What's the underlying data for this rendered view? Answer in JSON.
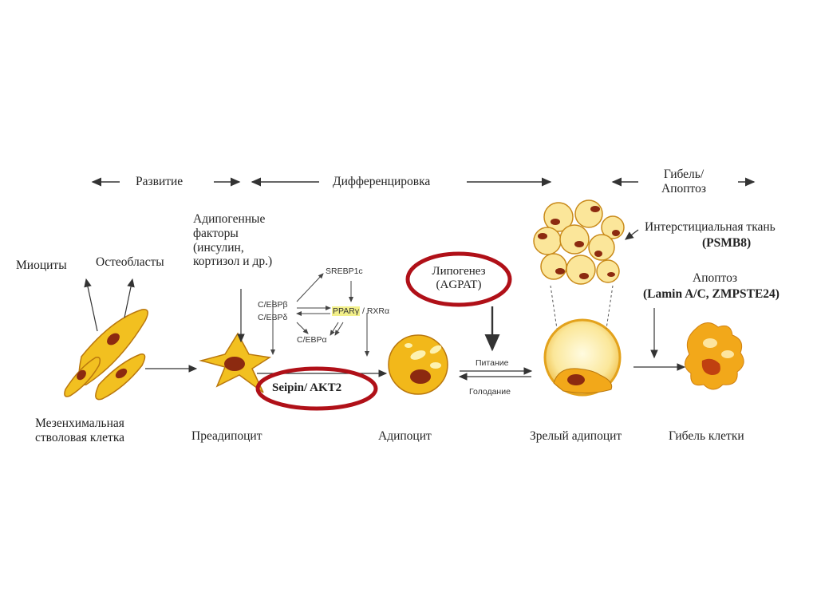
{
  "stages": {
    "development": "Развитие",
    "differentiation": "Дифференцировка",
    "death": [
      "Гибель/",
      "Апоптоз"
    ]
  },
  "cells": {
    "msc": [
      "Мезенхимальная",
      "стволовая клетка"
    ],
    "myocytes": "Миоциты",
    "osteoblasts": "Остеобласты",
    "preadipocyte": "Преадипоцит",
    "adipocyte": "Адипоцит",
    "mature": "Зрелый адипоцит",
    "dead": "Гибель клетки"
  },
  "factors": [
    "Адипогенные",
    "факторы",
    "(инсулин,",
    "кортизол и др.)"
  ],
  "pathway": {
    "srebp": "SREBP1c",
    "cebpb": "C/EBPβ",
    "cebpd": "C/EBPδ",
    "ppar": "PPARγ",
    "rxr": "/ RXRα",
    "cebpa": "C/EBPα"
  },
  "highlights": {
    "seipin": "Seipin/ AKT2",
    "lipogenesis": "Липогенез",
    "agpat": "(AGPAT)"
  },
  "transition": {
    "feeding": "Питание",
    "starvation": "Голодание"
  },
  "interstitial": {
    "label": "Интерстициальная ткань",
    "gene": "(PSMB8)"
  },
  "apoptosis": {
    "label": "Апоптоз",
    "genes": "(Lamin A/C, ZMPSTE24)"
  },
  "colors": {
    "highlight_ring": "#b01018",
    "cell_fill": "#f2c020",
    "cell_stroke": "#b9770d",
    "nucleus": "#8c2a10",
    "vacuole": "#fdf2b0",
    "ppar_highlight": "#f3f08a"
  }
}
